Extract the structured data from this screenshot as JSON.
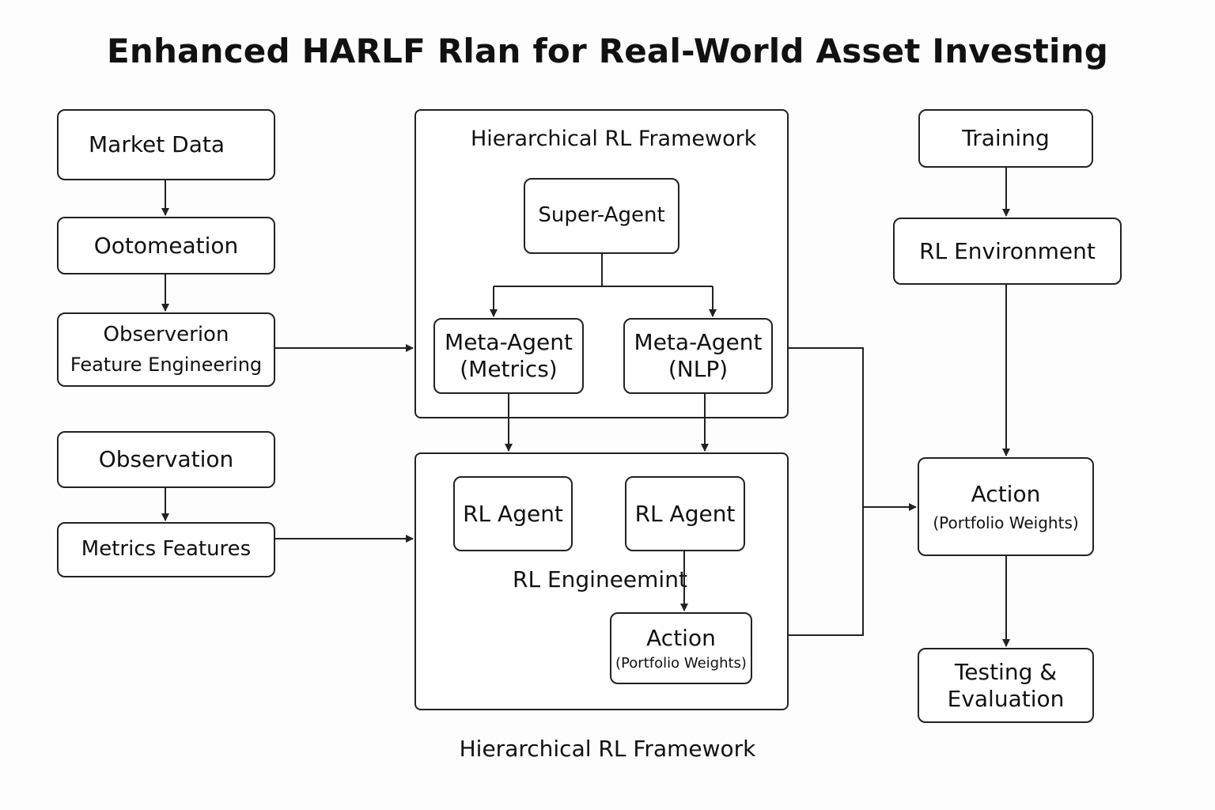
{
  "title": "Enhanced HARLF Rlan for Real-World Asset Investing",
  "left": {
    "market_data": "Market Data",
    "ootomeation": "Ootomeation",
    "observerion": "Observerion",
    "feature_engineering": "Feature Engineering",
    "observation": "Observation",
    "metrics_features": "Metrics Features"
  },
  "framework": {
    "heading": "Hierarchical RL Framework",
    "super_agent": "Super-Agent",
    "meta_metrics": {
      "line1": "Meta-Agent",
      "line2": "(Metrics)"
    },
    "meta_nlp": {
      "line1": "Meta-Agent",
      "line2": "(NLP)"
    }
  },
  "rl_engine": {
    "agent_left": "RL Agent",
    "agent_right": "RL Agent",
    "label": "RL Engineemint",
    "action": {
      "line1": "Action",
      "line2": "(Portfolio Weights)"
    }
  },
  "right": {
    "training": "Training",
    "rl_environment": "RL Environment",
    "action": {
      "line1": "Action",
      "line2": "(Portfolio Weights)"
    },
    "testing": {
      "line1": "Testing &",
      "line2": "Evaluation"
    }
  },
  "footer": "Hierarchical RL Framework"
}
